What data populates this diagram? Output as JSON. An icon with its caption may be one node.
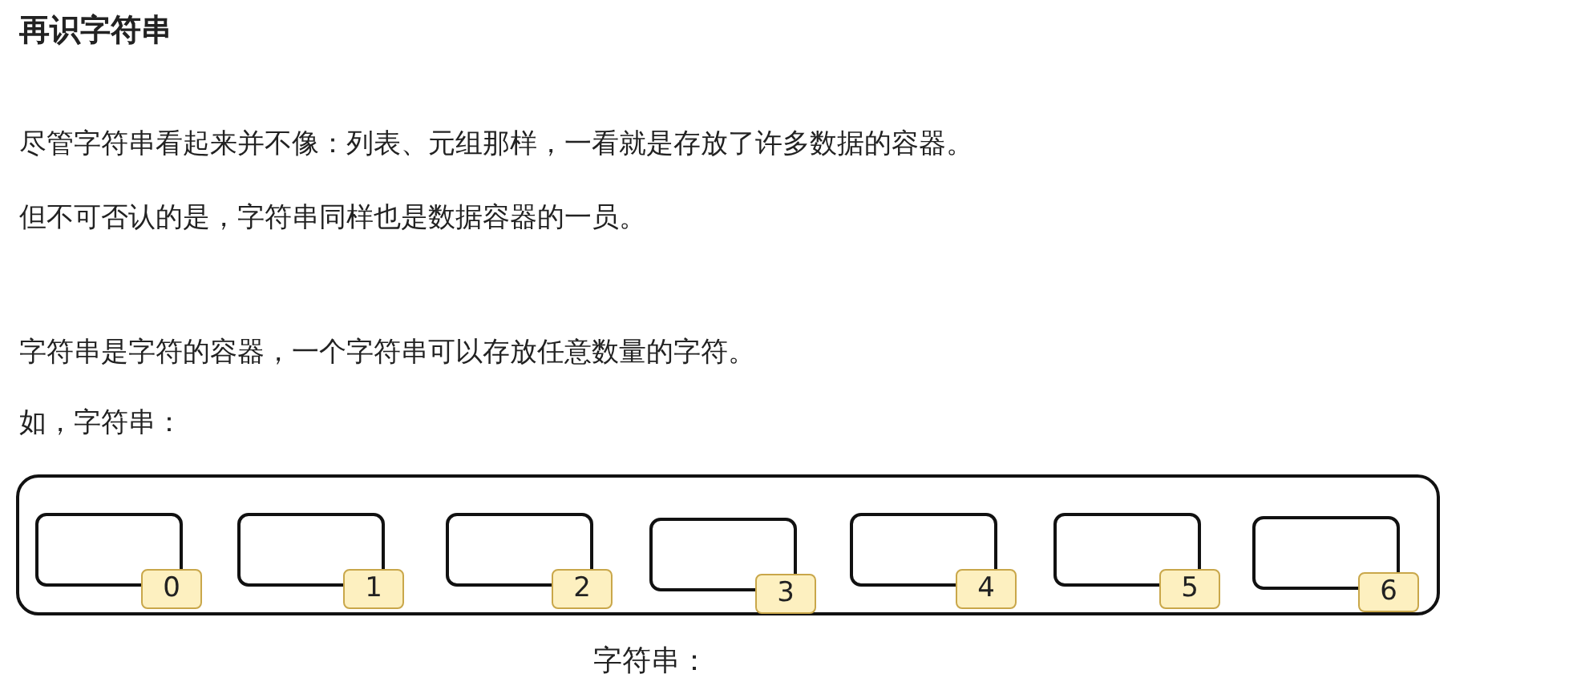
{
  "diagram": {
    "title": "再识字符串",
    "labels": [
      "尽管字符串看起来并不像：列表、元组那样，一看就是存放了许多数据的容器。",
      "但不可否认的是，字符串同样也是数据容器的一员。",
      "字符串是字符的容器，一个字符串可以存放任意数量的字符。",
      "如，字符串："
    ],
    "nodes": [
      {
        "text": [],
        "shape": "box"
      },
      {
        "text": [],
        "shape": "box",
        "in": 0
      },
      {
        "text": [
          "0"
        ],
        "in": 0
      },
      {
        "text": [],
        "shape": "box",
        "in": 0
      },
      {
        "text": [
          "1"
        ],
        "in": 0
      },
      {
        "text": [],
        "shape": "box",
        "in": 0
      },
      {
        "text": [
          "2"
        ],
        "in": 0
      },
      {
        "text": [],
        "shape": "box",
        "in": 0
      },
      {
        "text": [
          "3"
        ],
        "in": 0
      },
      {
        "text": [],
        "shape": "box",
        "in": 0
      },
      {
        "text": [
          "4"
        ],
        "in": 0
      },
      {
        "text": [],
        "shape": "box",
        "in": 0
      },
      {
        "text": [
          "5"
        ],
        "in": 0
      },
      {
        "text": [],
        "shape": "box",
        "in": 0
      },
      {
        "text": [
          "6"
        ],
        "in": 0
      }
    ],
    "edges": [],
    "caption": "字符串："
  }
}
